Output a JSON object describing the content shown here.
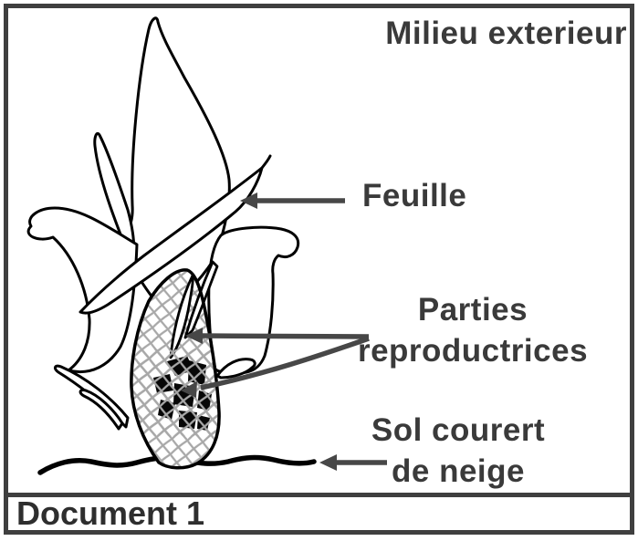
{
  "frame": {
    "document_label": "Document 1"
  },
  "diagram": {
    "environment_label": "Milieu exterieur",
    "labels": {
      "leaf": "Feuille",
      "reproductive": "Parties reproductrices",
      "soil": "Sol courert de neige"
    },
    "icons": {
      "leaf_pointer": "left-arrow-icon",
      "reproductive_pointer_straight": "left-arrow-icon",
      "reproductive_pointer_curved": "curved-left-arrow-icon",
      "soil_pointer": "left-arrow-icon"
    },
    "colors": {
      "plant_outline": "#000000",
      "annotation_arrow": "#474747",
      "label_text": "#3a3a3a",
      "frame_border": "#3f3f3f",
      "bud_net": "#b0b0b0",
      "seeds": "#070707",
      "background": "#ffffff"
    }
  }
}
